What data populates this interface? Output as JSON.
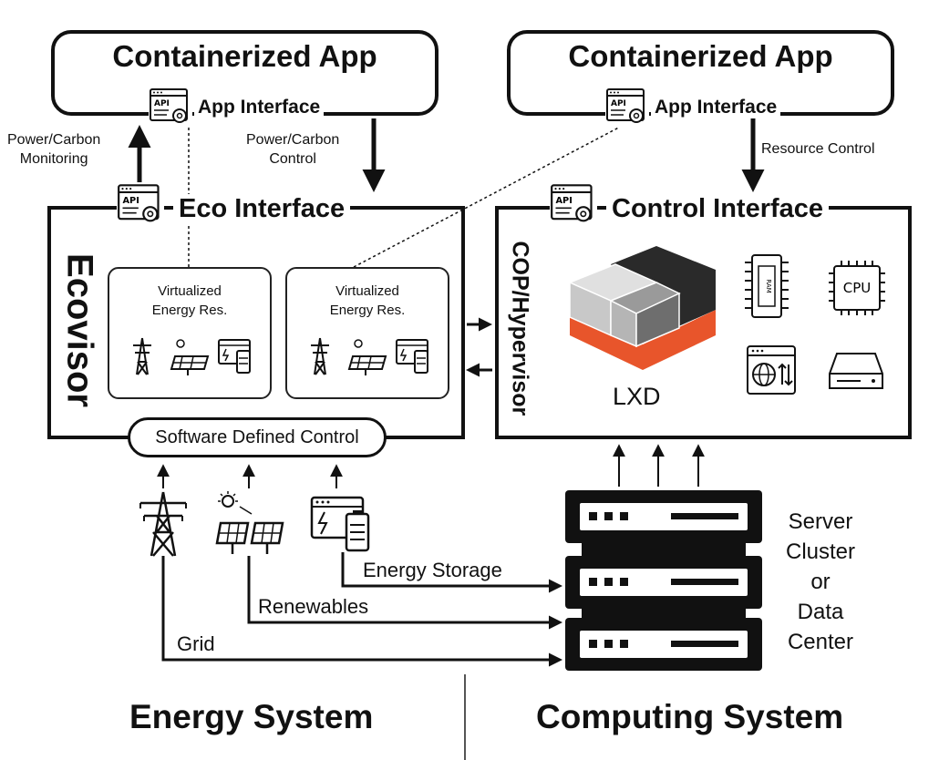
{
  "left_app": {
    "title": "Containerized App",
    "interface": "App Interface"
  },
  "right_app": {
    "title": "Containerized App",
    "interface": "App Interface"
  },
  "arrows": {
    "power_carbon_monitoring": "Power/Carbon\nMonitoring",
    "power_carbon_control": "Power/Carbon\nControl",
    "resource_control": "Resource Control"
  },
  "ecovisor": {
    "side_label": "Ecovisor",
    "interface": "Eco Interface",
    "virtual_res_1": "Virtualized\nEnergy Res.",
    "virtual_res_2": "Virtualized\nEnergy Res.",
    "sdc": "Software Defined Control"
  },
  "hypervisor": {
    "side_label": "COP/Hypervisor",
    "interface": "Control Interface",
    "lxd_label": "LXD",
    "ram_label": "RAM",
    "cpu_label": "CPU"
  },
  "energy_sources": {
    "storage": "Energy Storage",
    "renewables": "Renewables",
    "grid": "Grid"
  },
  "server_label": "Server\nCluster\nor\nData\nCenter",
  "footer": {
    "left": "Energy System",
    "right": "Computing System"
  },
  "icons": {
    "api": "api-window-gear-icon",
    "tower": "transmission-tower-icon",
    "solar": "solar-panel-icon",
    "battery": "battery-storage-icon",
    "server": "server-rack-icon",
    "lxd": "lxd-logo",
    "ram": "ram-chip-icon",
    "cpu": "cpu-chip-icon",
    "network": "network-globe-icon",
    "disk": "disk-drive-icon"
  },
  "colors": {
    "lxd_orange": "#E8552B",
    "lxd_dark": "#2a2a2a"
  }
}
